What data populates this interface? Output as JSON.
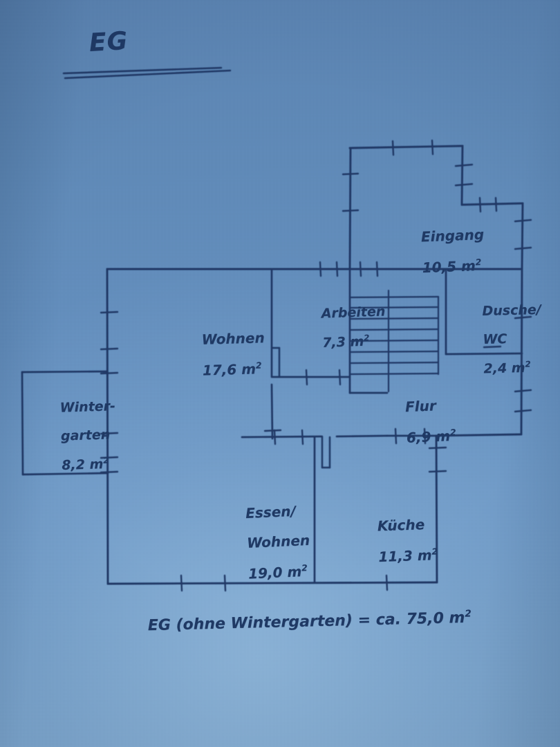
{
  "document": {
    "kind": "hand-drawn-floor-plan-photo",
    "title": "EG",
    "media": "ballpoint pen sketch on blue-tinted paper",
    "paper_color": "#6490c0",
    "ink_color": "#1b3563"
  },
  "plan": {
    "title_label": "EG",
    "summary_line": "EG (ohne Wintergarten) = ca. 75,0 m²",
    "rooms": [
      {
        "id": "eingang",
        "name": "Eingang",
        "area": "10,5 m²",
        "lines": [
          "Eingang",
          "10,5 m²"
        ]
      },
      {
        "id": "wohnen",
        "name": "Wohnen",
        "area": "17,6 m²",
        "lines": [
          "Wohnen",
          "17,6 m²"
        ]
      },
      {
        "id": "arbeiten",
        "name": "Arbeiten",
        "area": "7,3 m²",
        "lines": [
          "Arbeiten",
          "7,3 m²"
        ]
      },
      {
        "id": "dusche-wc",
        "name": "Dusche/WC",
        "area": "2,4 m²",
        "lines": [
          "Dusche/",
          "WC",
          "2,4 m²"
        ]
      },
      {
        "id": "flur",
        "name": "Flur",
        "area": "6,9 m²",
        "lines": [
          "Flur",
          "6,9 m²"
        ]
      },
      {
        "id": "wintergarten",
        "name": "Wintergarten",
        "area": "8,2 m²",
        "lines": [
          "Winter-",
          "garten",
          "8,2 m²"
        ]
      },
      {
        "id": "essen-wohnen",
        "name": "Essen/Wohnen",
        "area": "19,0 m²",
        "lines": [
          "Essen/",
          "Wohnen",
          "19,0 m²"
        ]
      },
      {
        "id": "kueche",
        "name": "Küche",
        "area": "11,3 m²",
        "lines": [
          "Küche",
          "11,3 m²"
        ]
      }
    ],
    "labels": {
      "eingang_l1": "Eingang",
      "eingang_l2": "10,5 m",
      "wohnen_l1": "Wohnen",
      "wohnen_l2": "17,6 m",
      "arbeiten_l1": "Arbeiten",
      "arbeiten_l2": "7,3 m",
      "dusche_l1": "Dusche/",
      "dusche_l2": "WC",
      "dusche_l3": "2,4 m",
      "flur_l1": "Flur",
      "flur_l2": "6,9 m",
      "winter_l1": "Winter-",
      "winter_l2": "garten",
      "winter_l3": "8,2 m",
      "essen_l1": "Essen/",
      "essen_l2": "Wohnen",
      "essen_l3": "19,0 m",
      "kueche_l1": "Küche",
      "kueche_l2": "11,3 m",
      "total_text": "EG (ohne Wintergarten) = ca. 75,0 m",
      "superscript": "2"
    },
    "features": [
      {
        "id": "staircase",
        "name": "staircase",
        "treads": 8
      },
      {
        "id": "door-wohnen-arbeiten",
        "name": "door-opening"
      },
      {
        "id": "door-essen-flur",
        "name": "door-opening"
      },
      {
        "id": "door-kueche-flur",
        "name": "door-opening"
      }
    ]
  }
}
